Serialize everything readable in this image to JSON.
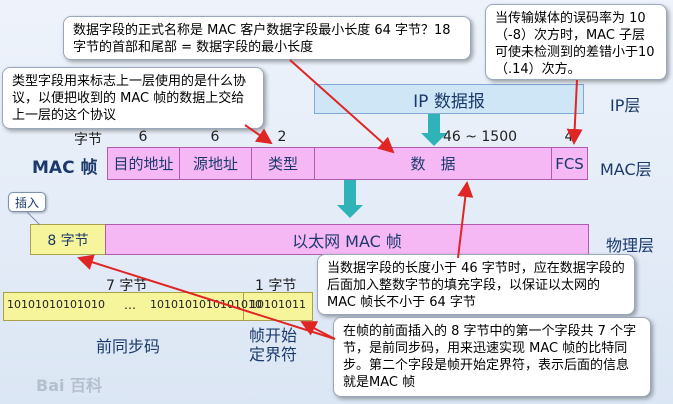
{
  "layers": {
    "ip": "IP层",
    "mac": "MAC层",
    "phy": "物理层"
  },
  "ip_packet": "IP 数据报",
  "mac_frame_label": "MAC 帧",
  "byte_unit": "字节",
  "mac_fields": [
    {
      "name": "目的地址",
      "size": "6"
    },
    {
      "name": "源地址",
      "size": "6"
    },
    {
      "name": "类型",
      "size": "2"
    },
    {
      "name": "数　据",
      "size": "46 ~ 1500"
    },
    {
      "name": "FCS",
      "size": "4"
    }
  ],
  "insert_tag": "插入",
  "preamble_block": "8 字节",
  "ethernet_frame": "以太网 MAC 帧",
  "preamble_sizes": {
    "sync": "7 字节",
    "sfd": "1 字节"
  },
  "bits": {
    "sync": "10101010101010",
    "dots": "…",
    "sync_tail": "1010101010101010",
    "sfd": "10101011"
  },
  "preamble_labels": {
    "sync": "前同步码",
    "sfd": "帧开始\n定界符"
  },
  "watermark": "Bai 百科",
  "callouts": {
    "data_min": "数据字段的正式名称是 MAC 客户数据字段最小长度 64 字节？18 字节的首部和尾部 = 数据字段的最小长度",
    "error_rate": "当传输媒体的误码率为 10（-8）次方时，MAC 子层可使未检测到的差错小于10（.14）次方。",
    "type_field": "类型字段用来标志上一层使用的是什么协议，以便把收到的 MAC 帧的数据上交给上一层的这个协议",
    "padding": "当数据字段的长度小于 46 字节时，应在数据字段的后面加入整数字节的填充字段，以保证以太网的 MAC 帧长不小于 64 字节",
    "preamble": "在帧的前面插入的 8 字节中的第一个字段共 7 个字节，是前同步码，用来迅速实现 MAC 帧的比特同步。第二个字段是帧开始定界符，表示后面的信息就是MAC 帧"
  }
}
